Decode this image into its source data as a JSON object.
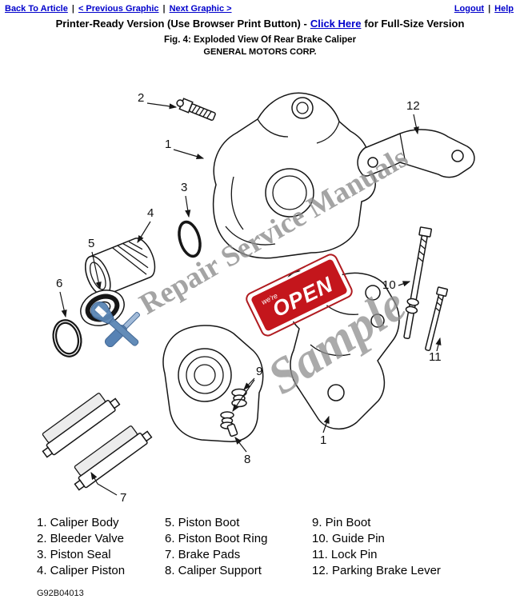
{
  "nav": {
    "back_to_article": "Back To Article",
    "previous_graphic": "< Previous Graphic",
    "next_graphic": "Next Graphic >",
    "logout": "Logout",
    "help": "Help",
    "separator": "|"
  },
  "header": {
    "printer_ready_prefix": "Printer-Ready Version (Use Browser Print Button) -",
    "full_size_link": "Click Here",
    "printer_ready_suffix": "for Full-Size Version",
    "figure_caption": "Fig. 4: Exploded View Of Rear Brake Caliper",
    "company": "GENERAL MOTORS CORP."
  },
  "diagram": {
    "watermark_text": "Repair Service Manuals",
    "sample_text": "Sample",
    "open_sign": {
      "small_label": "we're",
      "label": "OPEN"
    },
    "callouts": {
      "caliper_body": "1",
      "bleeder_valve": "2",
      "piston_seal": "3",
      "caliper_piston": "4",
      "piston_boot": "5",
      "piston_boot_ring": "6",
      "brake_pads": "7",
      "caliper_support": "8",
      "pin_boot": "9",
      "guide_pin": "10",
      "lock_pin": "11",
      "parking_brake_lever": "12",
      "caliper_support_alt": "1"
    }
  },
  "legend": {
    "column1": [
      "1. Caliper Body",
      "2. Bleeder Valve",
      "3. Piston Seal",
      "4. Caliper Piston"
    ],
    "column2": [
      "5. Piston Boot",
      "6. Piston Boot Ring",
      "7. Brake Pads",
      "8. Caliper Support"
    ],
    "column3": [
      "9. Pin Boot",
      "10. Guide Pin",
      "11. Lock Pin",
      "12. Parking Brake Lever"
    ]
  },
  "footer": {
    "document_code": "G92B04013"
  },
  "colors": {
    "link_blue": "#0000cc",
    "open_sign_red": "#c4161c",
    "watermark_gray": "#8e8e8e",
    "tool_icon_blue": "#4f7cb0"
  }
}
